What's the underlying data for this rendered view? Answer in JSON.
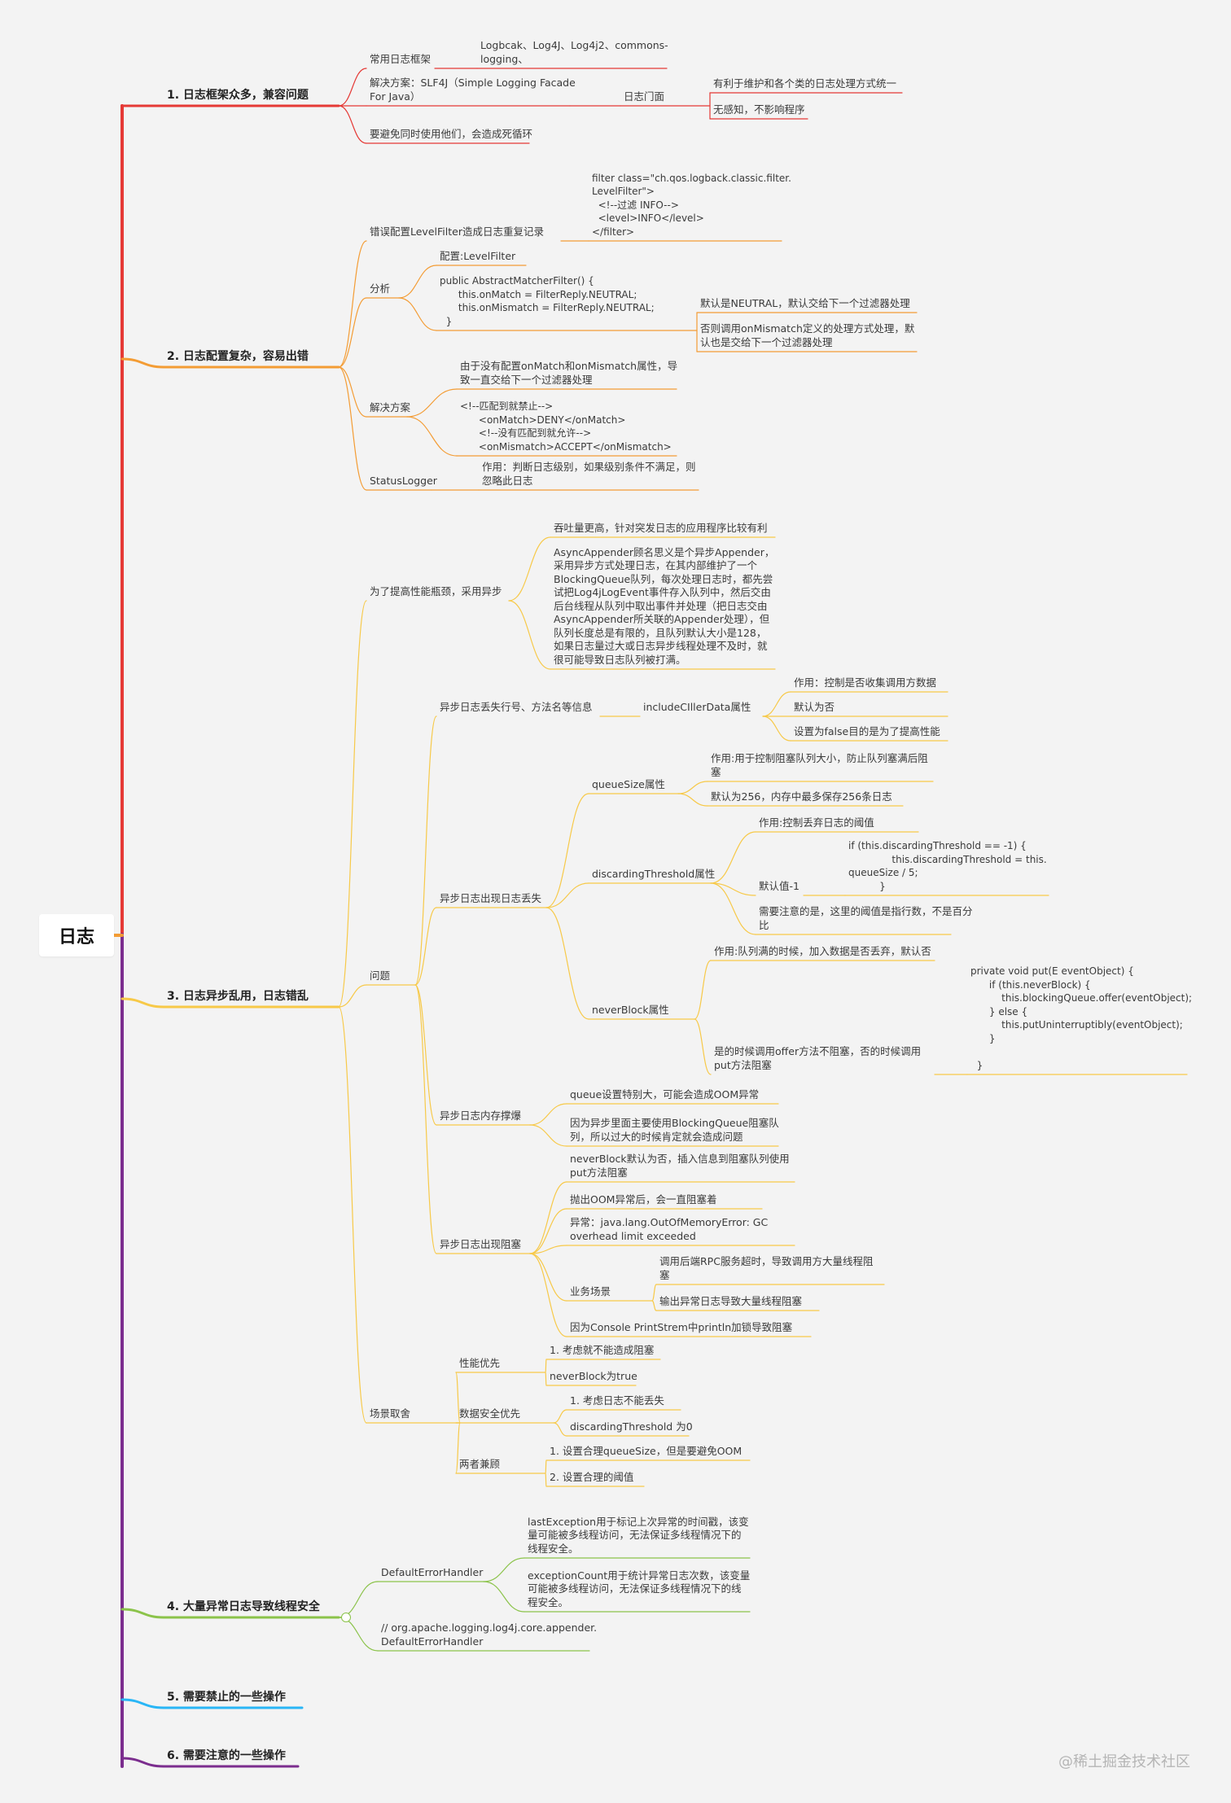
{
  "root": "日志",
  "watermark": "@稀土掘金技术社区",
  "colors": {
    "b1": "#e53935",
    "b2": "#f39c34",
    "b3": "#f7c948",
    "b4": "#8bc34a",
    "b5": "#29b6f6",
    "b6": "#7b2d8e",
    "trunk_bottom": "#7b2d8e"
  },
  "branches": [
    {
      "label": "1. 日志框架众多，兼容问题",
      "children": [
        {
          "label": "常用日志框架",
          "children": [
            {
              "label": "Logbcak、Log4J、Log4j2、commons-\nlogging、"
            }
          ]
        },
        {
          "label": "解决方案：SLF4J（Simple Logging Facade\nFor Java）",
          "children": [
            {
              "label": "日志门面",
              "children": [
                {
                  "label": "有利于维护和各个类的日志处理方式统一"
                },
                {
                  "label": "无感知，不影响程序"
                }
              ]
            }
          ]
        },
        {
          "label": "要避免同时使用他们，会造成死循环"
        }
      ]
    },
    {
      "label": "2. 日志配置复杂，容易出错",
      "children": [
        {
          "label": "错误配置LevelFilter造成日志重复记录",
          "children": [
            {
              "label": "filter class=\"ch.qos.logback.classic.filter.\nLevelFilter\">\n  <!--过滤 INFO-->\n  <level>INFO</level>\n</filter>"
            }
          ]
        },
        {
          "label": "分析",
          "children": [
            {
              "label": "配置:LevelFilter"
            },
            {
              "label": "public AbstractMatcherFilter() {\n      this.onMatch = FilterReply.NEUTRAL;\n      this.onMismatch = FilterReply.NEUTRAL;\n  }",
              "children": [
                {
                  "label": "默认是NEUTRAL，默认交给下一个过滤器处理"
                },
                {
                  "label": "否则调用onMismatch定义的处理方式处理，默\n认也是交给下一个过滤器处理"
                }
              ]
            }
          ]
        },
        {
          "label": "解决方案",
          "children": [
            {
              "label": "由于没有配置onMatch和onMismatch属性，导\n致一直交给下一个过滤器处理"
            },
            {
              "label": "<!--匹配到就禁止-->\n      <onMatch>DENY</onMatch>\n      <!--没有匹配到就允许-->\n      <onMismatch>ACCEPT</onMismatch>"
            }
          ]
        },
        {
          "label": "StatusLogger",
          "children": [
            {
              "label": "作用：判断日志级别，如果级别条件不满足，则\n忽略此日志"
            }
          ]
        }
      ]
    },
    {
      "label": "3. 日志异步乱用，日志错乱",
      "children": [
        {
          "label": "为了提高性能瓶颈，采用异步",
          "children": [
            {
              "label": "吞吐量更高，针对突发日志的应用程序比较有利"
            },
            {
              "label": "AsyncAppender顾名思义是个异步Appender，\n采用异步方式处理日志，在其内部维护了一个\nBlockingQueue队列，每次处理日志时，都先尝\n试把Log4jLogEvent事件存入队列中，然后交由\n后台线程从队列中取出事件并处理（把日志交由\nAsyncAppender所关联的Appender处理），但\n队列长度总是有限的，且队列默认大小是128，\n如果日志量过大或日志异步线程处理不及时，就\n很可能导致日志队列被打满。"
            }
          ]
        },
        {
          "label": "问题",
          "children": [
            {
              "label": "异步日志丢失行号、方法名等信息",
              "children": [
                {
                  "label": "includeCIllerData属性",
                  "children": [
                    {
                      "label": "作用：控制是否收集调用方数据"
                    },
                    {
                      "label": "默认为否"
                    },
                    {
                      "label": "设置为false目的是为了提高性能"
                    }
                  ]
                }
              ]
            },
            {
              "label": "异步日志出现日志丢失",
              "children": [
                {
                  "label": "queueSize属性",
                  "children": [
                    {
                      "label": "作用:用于控制阻塞队列大小，防止队列塞满后阻\n塞"
                    },
                    {
                      "label": "默认为256，内存中最多保存256条日志"
                    }
                  ]
                },
                {
                  "label": "discardingThreshold属性",
                  "children": [
                    {
                      "label": "作用:控制丢弃日志的阈值"
                    },
                    {
                      "label": "默认值-1",
                      "children": [
                        {
                          "label": "if (this.discardingThreshold == -1) {\n              this.discardingThreshold = this.\nqueueSize / 5;\n          }"
                        }
                      ]
                    },
                    {
                      "label": "需要注意的是，这里的阈值是指行数，不是百分\n比"
                    }
                  ]
                },
                {
                  "label": "neverBlock属性",
                  "children": [
                    {
                      "label": "作用:队列满的时候，加入数据是否丢弃，默认否"
                    },
                    {
                      "label": "是的时候调用offer方法不阻塞，否的时候调用\nput方法阻塞",
                      "children": [
                        {
                          "label": "private void put(E eventObject) {\n      if (this.neverBlock) {\n          this.blockingQueue.offer(eventObject);\n      } else {\n          this.putUninterruptibly(eventObject);\n      }\n\n  }"
                        }
                      ]
                    }
                  ]
                }
              ]
            },
            {
              "label": "异步日志内存撑爆",
              "children": [
                {
                  "label": "queue设置特别大，可能会造成OOM异常"
                },
                {
                  "label": "因为异步里面主要使用BlockingQueue阻塞队\n列，所以过大的时候肯定就会造成问题"
                }
              ]
            },
            {
              "label": "异步日志出现阻塞",
              "children": [
                {
                  "label": "neverBlock默认为否，插入信息到阻塞队列使用\nput方法阻塞"
                },
                {
                  "label": "抛出OOM异常后，会一直阻塞着"
                },
                {
                  "label": "异常：java.lang.OutOfMemoryError: GC\noverhead limit exceeded"
                },
                {
                  "label": "业务场景",
                  "children": [
                    {
                      "label": "调用后端RPC服务超时，导致调用方大量线程阻\n塞"
                    },
                    {
                      "label": "输出异常日志导致大量线程阻塞"
                    }
                  ]
                },
                {
                  "label": "因为Console PrintStrem中println加锁导致阻塞"
                }
              ]
            }
          ]
        },
        {
          "label": "场景取舍",
          "children": [
            {
              "label": "性能优先",
              "children": [
                {
                  "label": "1. 考虑就不能造成阻塞"
                },
                {
                  "label": "neverBlock为true"
                }
              ]
            },
            {
              "label": "数据安全优先",
              "children": [
                {
                  "label": "1. 考虑日志不能丢失"
                },
                {
                  "label": "discardingThreshold 为0"
                }
              ]
            },
            {
              "label": "两者兼顾",
              "children": [
                {
                  "label": "1. 设置合理queueSize，但是要避免OOM"
                },
                {
                  "label": "2. 设置合理的阈值"
                }
              ]
            }
          ]
        }
      ]
    },
    {
      "label": "4. 大量异常日志导致线程安全",
      "children": [
        {
          "label": "DefaultErrorHandler",
          "children": [
            {
              "label": "lastException用于标记上次异常的时间戳，该变\n量可能被多线程访问，无法保证多线程情况下的\n线程安全。"
            },
            {
              "label": "exceptionCount用于统计异常日志次数，该变量\n可能被多线程访问，无法保证多线程情况下的线\n程安全。"
            }
          ]
        },
        {
          "label": "// org.apache.logging.log4j.core.appender.\nDefaultErrorHandler"
        }
      ]
    },
    {
      "label": "5. 需要禁止的一些操作"
    },
    {
      "label": "6. 需要注意的一些操作"
    }
  ]
}
